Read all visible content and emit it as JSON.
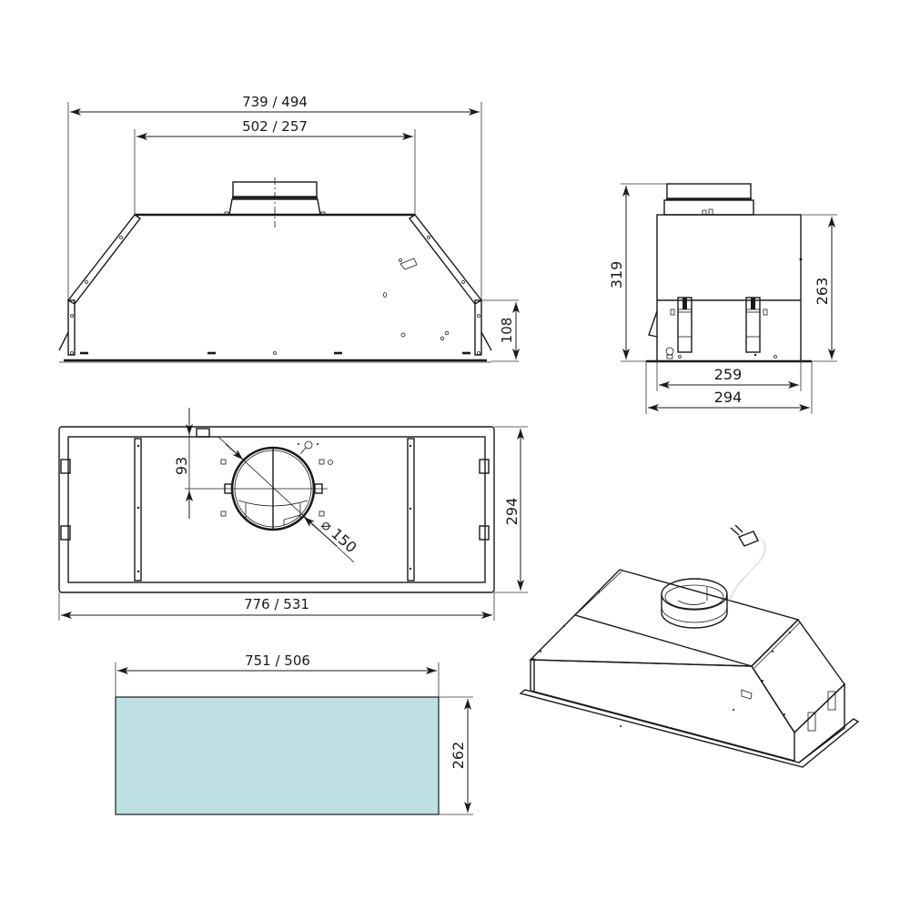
{
  "diagram": {
    "subject": "Built-in cooker hood insert — technical dimension drawing",
    "units": "mm",
    "colors": {
      "line": "#1a1a1a",
      "filter_fill": "#bfe0e3",
      "background": "#ffffff"
    },
    "front_view": {
      "overall_width_label": "739 / 494",
      "top_width_label": "502 / 257",
      "height_label": "108"
    },
    "side_view": {
      "total_height_label": "319",
      "body_height_label": "263",
      "body_width_label": "259",
      "flange_width_label": "294"
    },
    "top_view": {
      "outlet_offset_label": "93",
      "outlet_diameter_label": "⌀ 150",
      "depth_label": "294",
      "overall_width_label": "776 / 531"
    },
    "cutout": {
      "width_label": "751 / 506",
      "height_label": "262"
    },
    "isometric_view": {
      "components": [
        "body",
        "round-air-outlet-collar",
        "power-cord-with-plug",
        "mounting-flange"
      ]
    }
  }
}
